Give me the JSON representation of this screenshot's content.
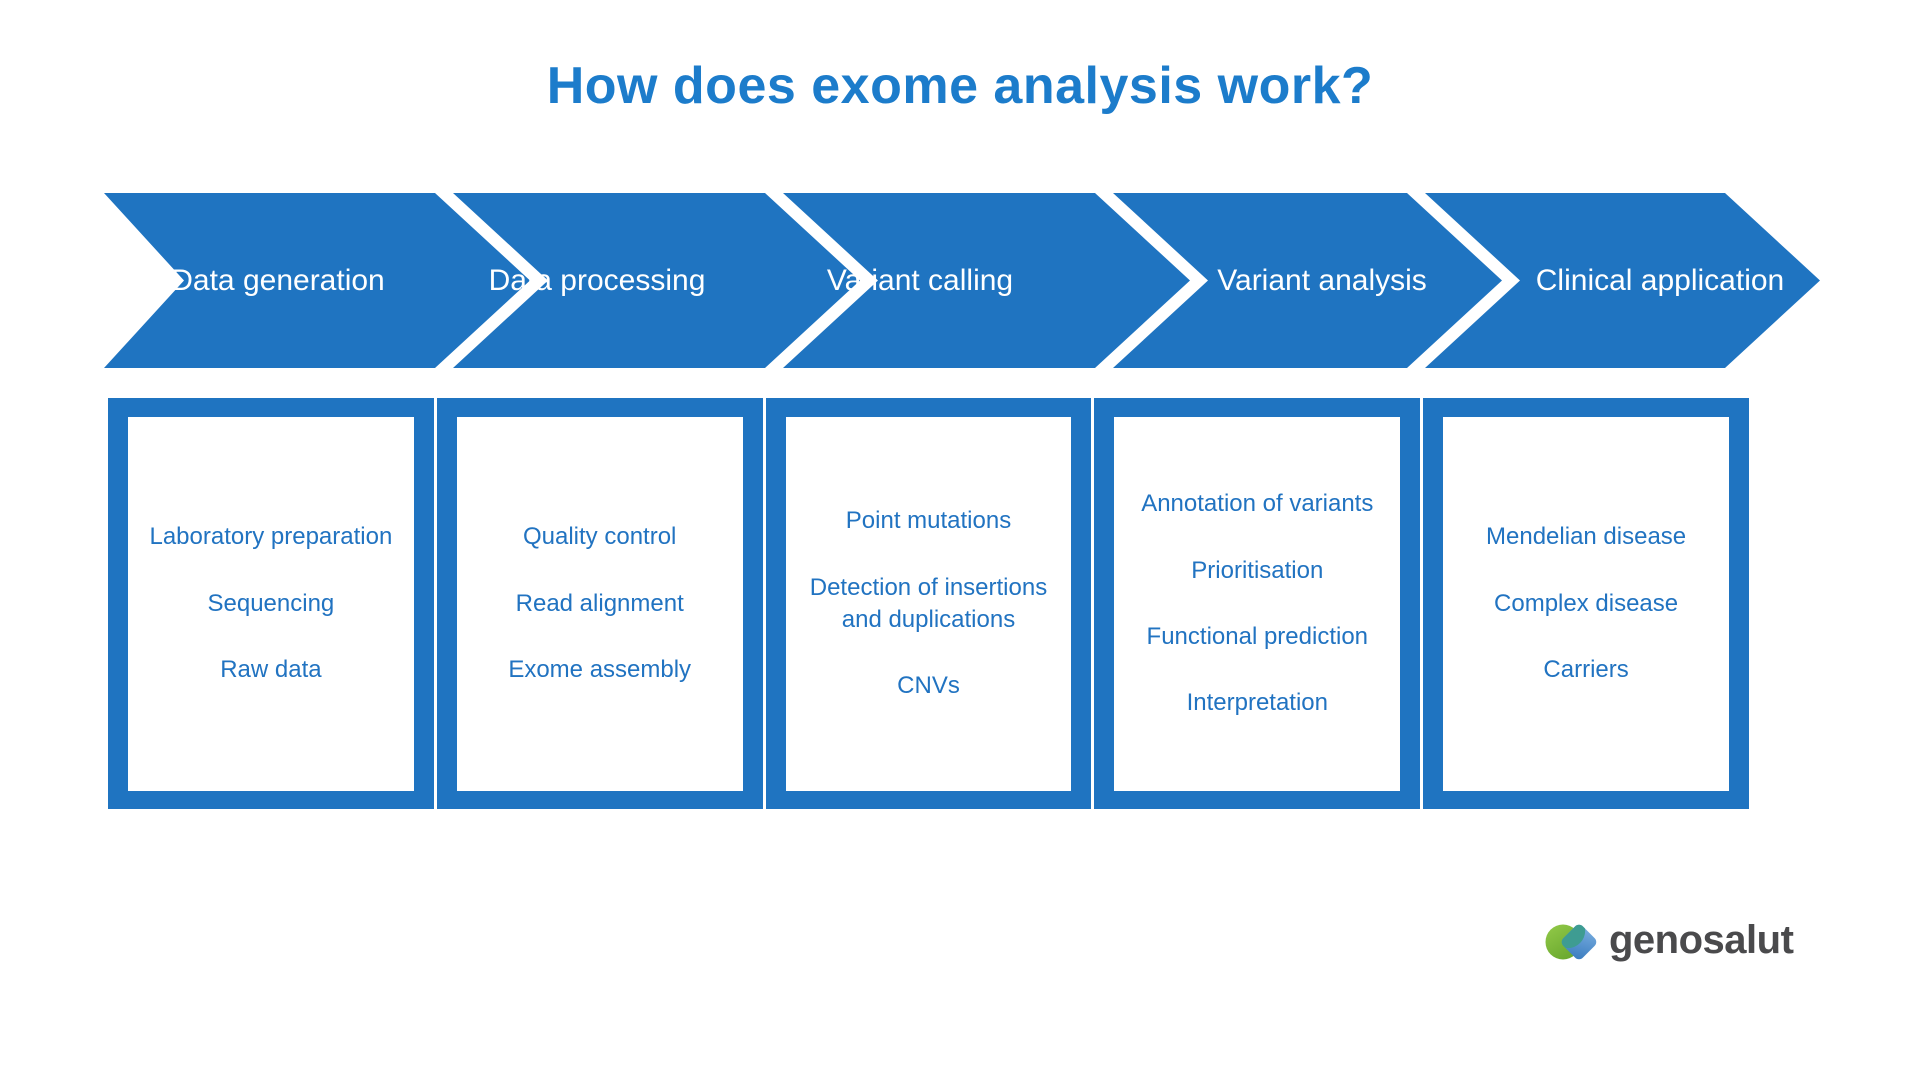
{
  "title": "How does exome analysis work?",
  "stages": [
    {
      "label": "Data generation",
      "items": [
        "Laboratory preparation",
        "Sequencing",
        "Raw data"
      ]
    },
    {
      "label": "Data processing",
      "items": [
        "Quality control",
        "Read alignment",
        "Exome assembly"
      ]
    },
    {
      "label": "Variant calling",
      "items": [
        "Point mutations",
        "Detection of insertions and duplications",
        "CNVs"
      ]
    },
    {
      "label": "Variant analysis",
      "items": [
        "Annotation of variants",
        "Prioritisation",
        "Functional prediction",
        "Interpretation"
      ]
    },
    {
      "label": "Clinical application",
      "items": [
        "Mendelian disease",
        "Complex disease",
        "Carriers"
      ]
    }
  ],
  "logo": {
    "name": "genosalut",
    "icon": "circle-diamond-icon"
  },
  "colors": {
    "primary_blue": "#1F74C1",
    "title_blue": "#1C7CCB",
    "text_blue": "#2173C1",
    "logo_gray": "#4A4A4C",
    "logo_green": "#7FBE3C",
    "logo_blue": "#4E8FD2",
    "logo_teal": "#3E9C92"
  }
}
